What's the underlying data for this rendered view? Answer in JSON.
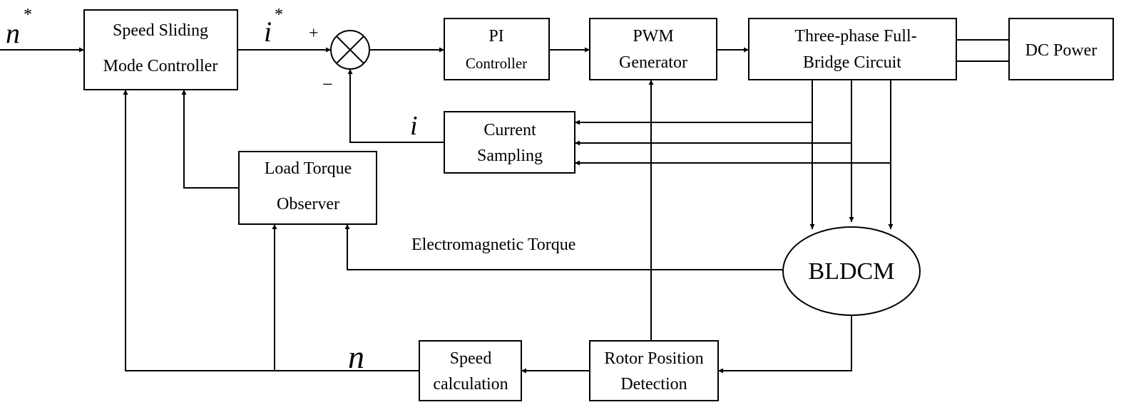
{
  "blocks": {
    "speed_smc": {
      "line1": "Speed Sliding",
      "line2": "Mode Controller"
    },
    "pi": {
      "line1": "PI",
      "line2": "Controller"
    },
    "pwm": {
      "line1": "PWM",
      "line2": "Generator"
    },
    "bridge": {
      "line1": "Three-phase Full-",
      "line2": "Bridge Circuit"
    },
    "dc": {
      "label": "DC Power"
    },
    "current": {
      "line1": "Current",
      "line2": "Sampling"
    },
    "observer": {
      "line1": "Load Torque",
      "line2": "Observer"
    },
    "motor": {
      "label": "BLDCM"
    },
    "rotor": {
      "line1": "Rotor Position",
      "line2": "Detection"
    },
    "speed_calc": {
      "line1": "Speed",
      "line2": "calculation"
    }
  },
  "signals": {
    "n_ref": "n",
    "n_ref_sup": "*",
    "i_ref": "i",
    "i_ref_sup": "*",
    "plus": "+",
    "minus": "−",
    "i_fb": "i",
    "n_fb": "n",
    "torque": "Electromagnetic Torque"
  }
}
